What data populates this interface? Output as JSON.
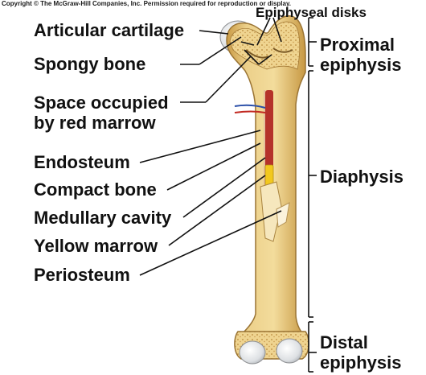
{
  "copyright": "Copyright © The McGraw-Hill Companies, Inc. Permission required for reproduction or display.",
  "labels": {
    "epiphyseal_disks": "Epiphyseal disks",
    "articular_cartilage": "Articular cartilage",
    "spongy_bone": "Spongy bone",
    "space_red_marrow_line1": "Space occupied",
    "space_red_marrow_line2": "by red marrow",
    "endosteum": "Endosteum",
    "compact_bone": "Compact bone",
    "medullary_cavity": "Medullary cavity",
    "yellow_marrow": "Yellow marrow",
    "periosteum": "Periosteum"
  },
  "regions": {
    "proximal_line1": "Proximal",
    "proximal_line2": "epiphysis",
    "diaphysis": "Diaphysis",
    "distal_line1": "Distal",
    "distal_line2": "epiphysis"
  },
  "colors": {
    "bone": "#e8c87a",
    "bone_dark": "#c9a04e",
    "spongy": "#f0d89a",
    "cartilage": "#e6e8ea",
    "red_marrow": "#b5322a",
    "yellow_marrow": "#f2c81e",
    "vessel_blue": "#2a4fa8",
    "vessel_red": "#c22a22"
  }
}
